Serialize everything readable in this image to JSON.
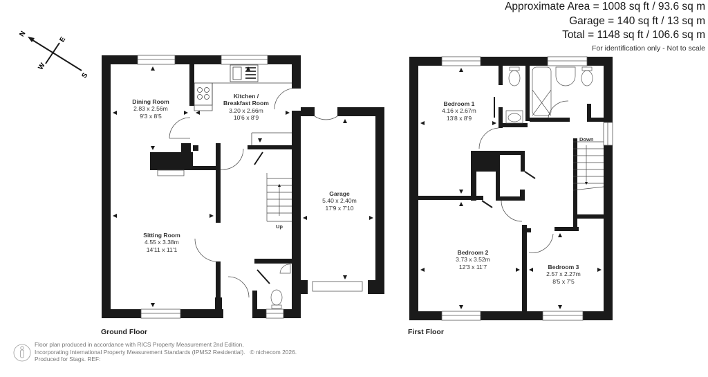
{
  "area_summary": {
    "approximate_area": "Approximate Area = 1008 sq ft / 93.6 sq m",
    "garage": "Garage = 140 sq ft / 13 sq m",
    "total": "Total = 1148 sq ft / 106.6 sq m",
    "note": "For identification only - Not to scale"
  },
  "compass": {
    "labels": {
      "n": "N",
      "e": "E",
      "s": "S",
      "w": "W"
    },
    "icon": "compass-icon"
  },
  "ground_floor": {
    "label": "Ground Floor",
    "rooms": [
      {
        "id": "dining-room",
        "name": "Dining Room",
        "metric": "2.83 x 2.56m",
        "imperial": "9'3 x 8'5"
      },
      {
        "id": "kitchen",
        "name_line1": "Kitchen /",
        "name_line2": "Breakfast Room",
        "metric": "3.20 x 2.66m",
        "imperial": "10'6 x 8'9"
      },
      {
        "id": "sitting-room",
        "name": "Sitting Room",
        "metric": "4.55 x 3.38m",
        "imperial": "14'11 x 11'1"
      },
      {
        "id": "garage",
        "name": "Garage",
        "metric": "5.40 x 2.40m",
        "imperial": "17'9 x 7'10"
      }
    ],
    "stairs_label": "Up"
  },
  "first_floor": {
    "label": "First Floor",
    "rooms": [
      {
        "id": "bedroom-1",
        "name": "Bedroom 1",
        "metric": "4.16 x 2.67m",
        "imperial": "13'8 x 8'9"
      },
      {
        "id": "bedroom-2",
        "name": "Bedroom 2",
        "metric": "3.73 x 3.52m",
        "imperial": "12'3 x 11'7"
      },
      {
        "id": "bedroom-3",
        "name": "Bedroom 3",
        "metric": "2.57 x 2.27m",
        "imperial": "8'5 x 7'5"
      }
    ],
    "stairs_label": "Down"
  },
  "footer": {
    "line1": "Floor plan produced in accordance with RICS Property Measurement 2nd Edition,",
    "line2": "Incorporating International Property Measurement Standards (IPMS2 Residential).",
    "copyright": "© nichecom 2026.",
    "line3": "Produced for Stags.   REF:",
    "icon": "person-icon"
  },
  "colors": {
    "wall": "#1a1a1a",
    "text": "#333333",
    "footer_text": "#777777"
  }
}
